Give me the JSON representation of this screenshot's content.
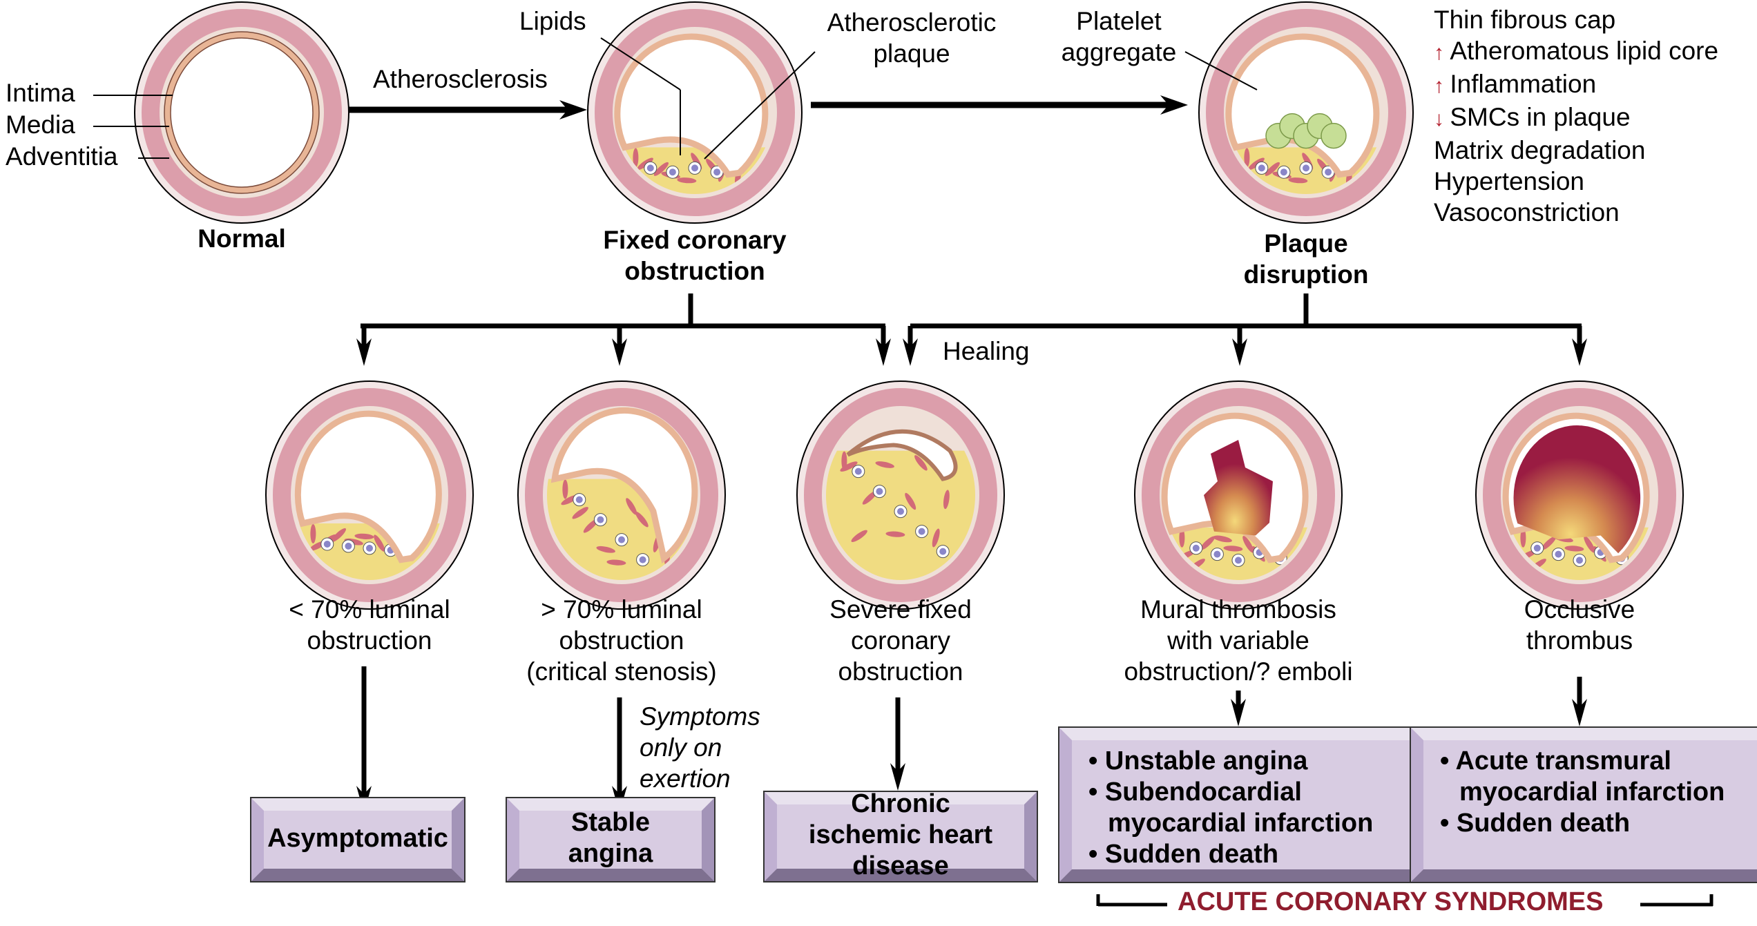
{
  "top_row": {
    "normal": {
      "title": "Normal",
      "layer_labels": [
        "Intima",
        "Media",
        "Adventitia"
      ]
    },
    "arrow1_label": "Atherosclerosis",
    "fixed": {
      "title_lines": [
        "Fixed coronary",
        "obstruction"
      ],
      "callout_lipids": "Lipids",
      "callout_plaque": [
        "Atherosclerotic",
        "plaque"
      ]
    },
    "plaque": {
      "title_lines": [
        "Plaque",
        "disruption"
      ],
      "callout_platelet": [
        "Platelet",
        "aggregate"
      ]
    },
    "risk_factors": [
      {
        "marker": "",
        "text": "Thin fibrous cap"
      },
      {
        "marker": "up-arrow",
        "text": "Atheromatous lipid core"
      },
      {
        "marker": "up-arrow",
        "text": "Inflammation"
      },
      {
        "marker": "down-arrow",
        "text": "SMCs in plaque"
      },
      {
        "marker": "",
        "text": "Matrix degradation"
      },
      {
        "marker": "",
        "text": "Hypertension"
      },
      {
        "marker": "",
        "text": "Vasoconstriction"
      }
    ]
  },
  "healing_label": "Healing",
  "middle_row": [
    {
      "lines": [
        "< 70% luminal",
        "obstruction"
      ]
    },
    {
      "lines": [
        "> 70% luminal",
        "obstruction",
        "(critical stenosis)"
      ],
      "side_note": [
        "Symptoms",
        "only on",
        "exertion"
      ]
    },
    {
      "lines": [
        "Severe fixed",
        "coronary",
        "obstruction"
      ]
    },
    {
      "lines": [
        "Mural thrombosis",
        "with variable",
        "obstruction/? emboli"
      ]
    },
    {
      "lines": [
        "Occlusive",
        "thrombus"
      ]
    }
  ],
  "outcomes": [
    {
      "items": [
        "Asymptomatic"
      ]
    },
    {
      "items": [
        "Stable angina"
      ]
    },
    {
      "items": [
        "Chronic ischemic heart disease"
      ]
    },
    {
      "items": [
        "Unstable angina",
        "Subendocardial myocardial infarction",
        "Sudden death"
      ]
    },
    {
      "items": [
        "Acute transmural myocardial infarction",
        "Sudden death"
      ]
    }
  ],
  "acs_label": "ACUTE CORONARY SYNDROMES",
  "colors": {
    "accent_red": "#8f1d2e",
    "box_face": "#d8cce2",
    "adventitia": "#f3e6e6",
    "media": "#dc9eab",
    "intima": "#efe0d8",
    "endothelium": "#e8b596",
    "lipid": "#f0dc82",
    "thrombus": "#9a1c42",
    "platelet": "#c6de96"
  }
}
